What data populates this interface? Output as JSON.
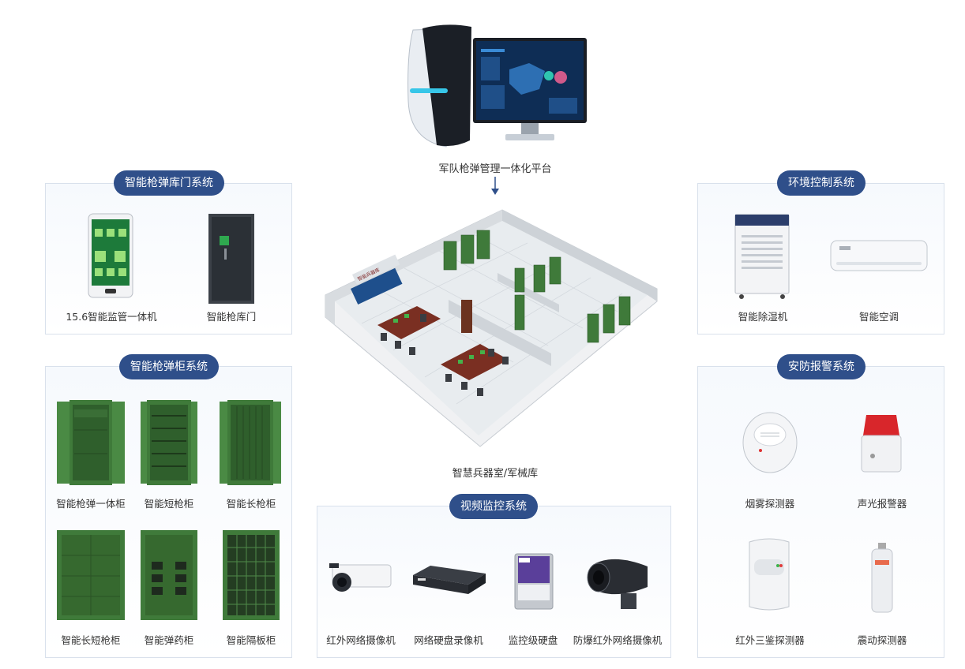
{
  "platform": {
    "label": "军队枪弹管理一体化平台"
  },
  "armory": {
    "label": "智慧兵器室/军械库",
    "sign_text": "智能兵器库"
  },
  "door_system": {
    "title": "智能枪弹库门系统",
    "items": [
      "15.6智能监管一体机",
      "智能枪库门"
    ]
  },
  "cabinet_system": {
    "title": "智能枪弹柜系统",
    "items": [
      "智能枪弹一体柜",
      "智能短枪柜",
      "智能长枪柜",
      "智能长短枪柜",
      "智能弹药柜",
      "智能隔板柜"
    ]
  },
  "env_system": {
    "title": "环境控制系统",
    "items": [
      "智能除湿机",
      "智能空调"
    ]
  },
  "security_system": {
    "title": "安防报警系统",
    "items": [
      "烟雾探测器",
      "声光报警器",
      "红外三鉴探测器",
      "震动探测器"
    ]
  },
  "video_system": {
    "title": "视频监控系统",
    "items": [
      "红外网络摄像机",
      "网络硬盘录像机",
      "监控级硬盘",
      "防爆红外网络摄像机"
    ]
  },
  "colors": {
    "pill": "#2f4f8a",
    "cabinet_green": "#3f7a3a",
    "panel_border": "#d9e1ec"
  }
}
